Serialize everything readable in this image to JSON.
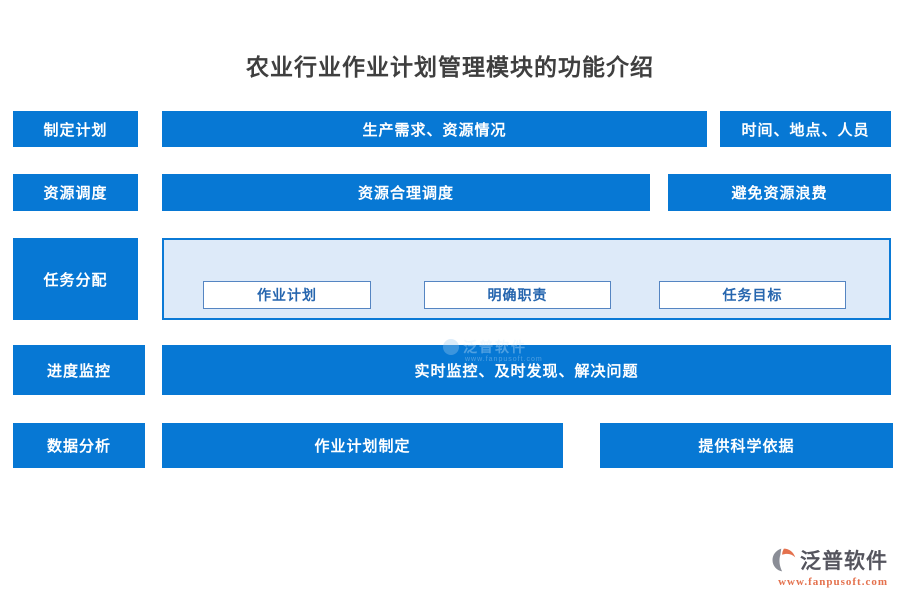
{
  "title": "农业行业作业计划管理模块的功能介绍",
  "rows": [
    {
      "category": "制定计划",
      "items": [
        {
          "label": "生产需求、资源情况"
        },
        {
          "label": "时间、地点、人员"
        }
      ]
    },
    {
      "category": "资源调度",
      "items": [
        {
          "label": "资源合理调度"
        },
        {
          "label": "避免资源浪费"
        }
      ]
    },
    {
      "category": "任务分配",
      "items": [
        {
          "label": "作业计划"
        },
        {
          "label": "明确职责"
        },
        {
          "label": "任务目标"
        }
      ]
    },
    {
      "category": "进度监控",
      "items": [
        {
          "label": "实时监控、及时发现、解决问题"
        }
      ]
    },
    {
      "category": "数据分析",
      "items": [
        {
          "label": "作业计划制定"
        },
        {
          "label": "提供科学依据"
        }
      ]
    }
  ],
  "watermark": {
    "brand": "泛普软件",
    "url": "www.fanpusoft.com"
  },
  "footer": {
    "brand": "泛普软件",
    "url": "www.fanpusoft.com"
  },
  "colors": {
    "primary_blue": "#0778d4",
    "panel_fill": "#ddeaf9",
    "panel_border": "#0b7ad6",
    "inner_box_border": "#5585c2",
    "inner_box_text": "#2565ae",
    "title_text": "#3f3f3f",
    "footer_brand_text": "#55555e",
    "footer_url_text": "#e4714d"
  }
}
